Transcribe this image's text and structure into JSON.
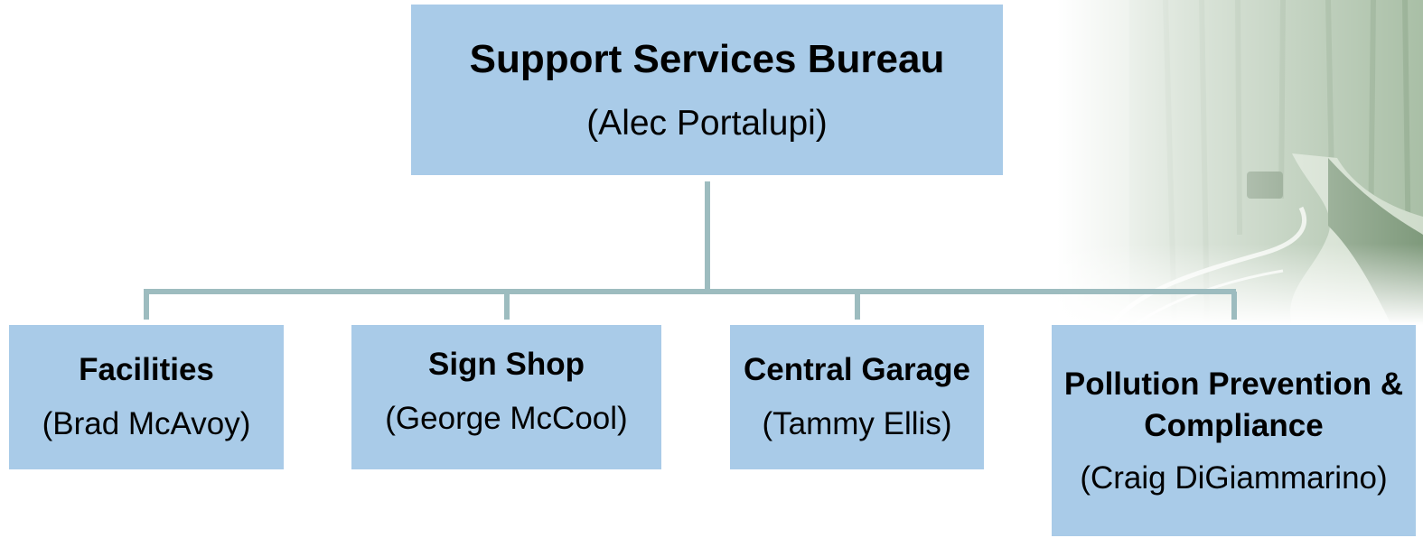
{
  "org_chart": {
    "root": {
      "name": "Support Services Bureau",
      "person": "(Alec Portalupi)"
    },
    "children": [
      {
        "name": "Facilities",
        "person": "(Brad McAvoy)"
      },
      {
        "name": "Sign Shop",
        "person": "(George McCool)"
      },
      {
        "name": "Central Garage",
        "person": "(Tammy Ellis)"
      },
      {
        "name": "Pollution Prevention & Compliance",
        "person": "(Craig DiGiammarino)"
      }
    ]
  },
  "colors": {
    "box_fill": "#a9cbe8",
    "connector": "#9dbcbf",
    "text": "#000000",
    "background_tint": "#9db59a"
  },
  "background": {
    "picture": "winding-road-through-forest"
  }
}
